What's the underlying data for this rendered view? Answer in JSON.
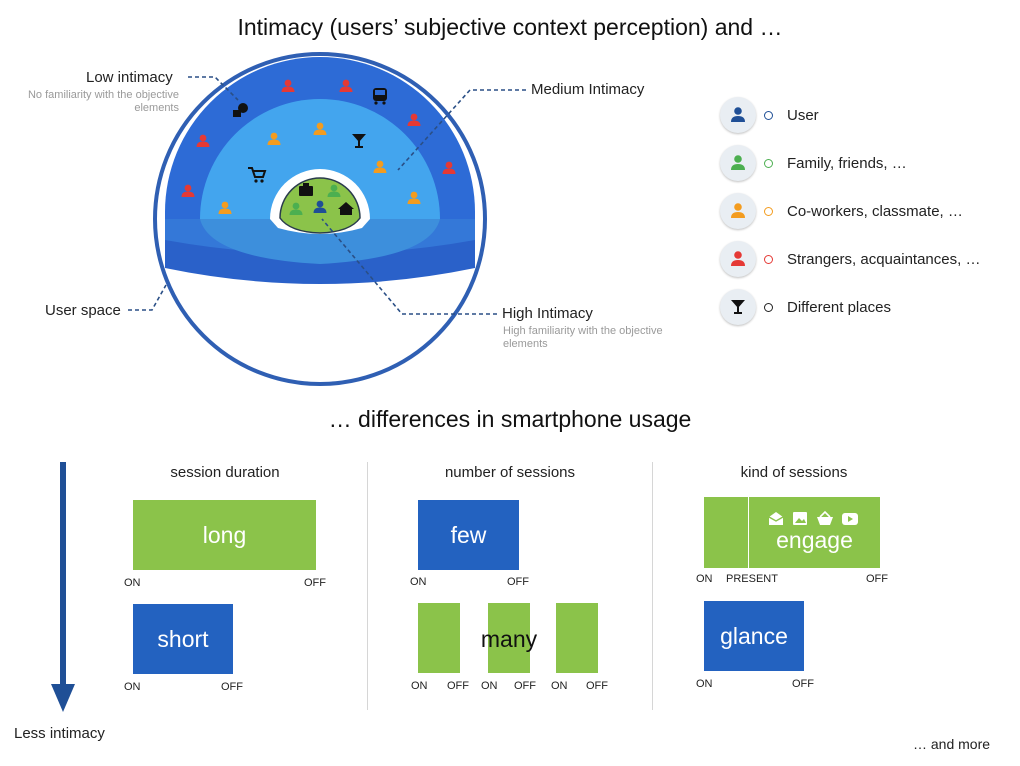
{
  "top_title": "Intimacy (users’ subjective context perception) and …",
  "mid_title": "… differences in smartphone usage",
  "diagram": {
    "low_intimacy": "Low intimacy",
    "low_intimacy_sub": "No familiarity with the objective elements",
    "medium_intimacy": "Medium Intimacy",
    "high_intimacy": "High Intimacy",
    "high_intimacy_sub": "High familiarity with the objective elements",
    "user_space": "User space"
  },
  "legend": [
    {
      "label": "User",
      "icon": "person-icon",
      "color": "#1f4f96"
    },
    {
      "label": "Family, friends, …",
      "icon": "person-icon",
      "color": "#4caf50"
    },
    {
      "label": "Co-workers, classmate, …",
      "icon": "person-icon",
      "color": "#f39c1f"
    },
    {
      "label": "Strangers, acquaintances, …",
      "icon": "person-icon",
      "color": "#e53935"
    },
    {
      "label": "Different places",
      "icon": "cocktail-glass-icon",
      "color": "#222222"
    }
  ],
  "colors": {
    "green": "#8bc34a",
    "blue": "#2362c0",
    "arrow": "#1f4f96"
  },
  "less_intimacy": "Less intimacy",
  "and_more": "… and more",
  "columns": {
    "duration": {
      "title": "session duration",
      "long": "long",
      "short": "short"
    },
    "number": {
      "title": "number of sessions",
      "few": "few",
      "many": "many"
    },
    "kind": {
      "title": "kind of sessions",
      "engage": "engage",
      "glance": "glance",
      "present": "PRESENT"
    }
  },
  "on": "ON",
  "off": "OFF"
}
